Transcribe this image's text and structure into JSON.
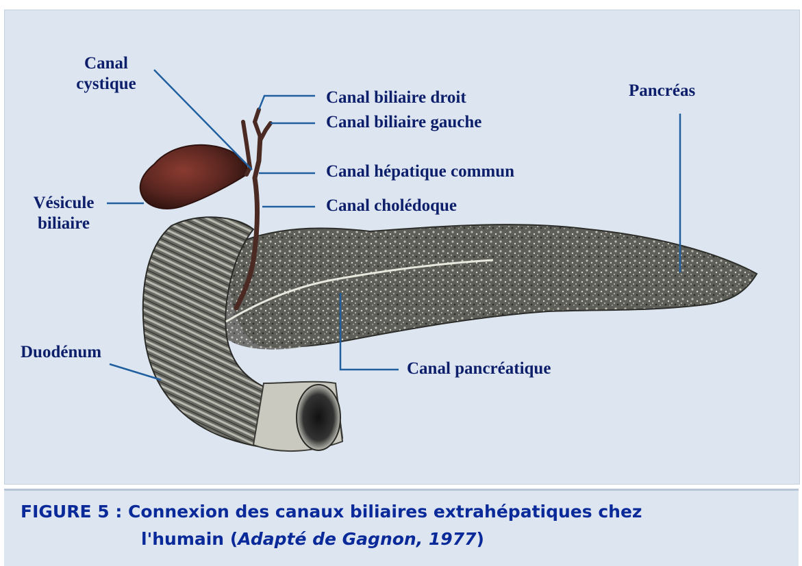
{
  "labels": {
    "canal_cystique_line1": "Canal",
    "canal_cystique_line2": "cystique",
    "canal_biliaire_droit": "Canal biliaire droit",
    "canal_biliaire_gauche": "Canal biliaire gauche",
    "canal_hepatique_commun": "Canal hépatique commun",
    "canal_choledoque": "Canal cholédoque",
    "vesicule_line1": "Vésicule",
    "vesicule_line2": "biliaire",
    "pancreas": "Pancréas",
    "duodenum": "Duodénum",
    "canal_pancreatique": "Canal pancréatique"
  },
  "caption": {
    "figure_number": "FIGURE 5",
    "separator": " : ",
    "title_line1": "Connexion des canaux biliaires extrahépatiques chez",
    "title_line2": "l'humain",
    "citation_open": " (",
    "citation": "Adapté de Gagnon, 1977",
    "citation_close": ")"
  },
  "colors": {
    "background": "#dde6f0",
    "label_text": "#0d1f6b",
    "caption_text": "#0b2a9a",
    "leader_line": "#1f5fa0",
    "pancreas": "#5c5c58",
    "gallbladder": "#5a2620",
    "bile_duct": "#4a2a22"
  }
}
